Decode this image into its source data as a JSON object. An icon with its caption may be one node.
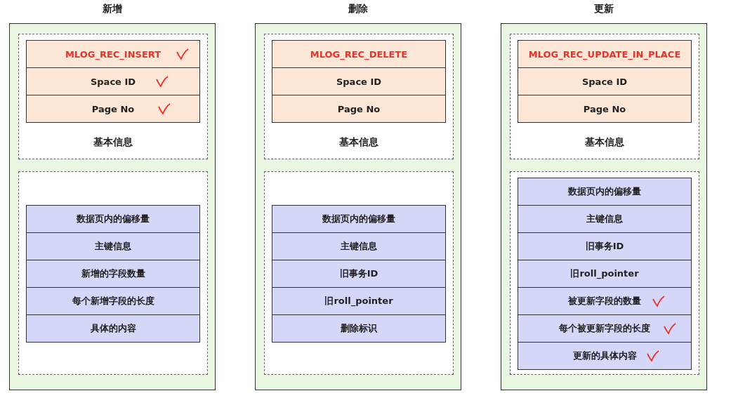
{
  "diagram": {
    "nodes": [
      {
        "text": [
          "新增"
        ]
      },
      {
        "text": [
          "基本信息"
        ],
        "in": 0
      },
      {
        "text": [
          "MLOG_REC_INSERT"
        ],
        "in": 1
      },
      {
        "text": [
          "Space ID"
        ],
        "in": 1
      },
      {
        "text": [
          "Page No"
        ],
        "in": 1
      },
      {
        "text": [],
        "shape": "box",
        "in": 0
      },
      {
        "text": [
          "数据页内的偏移量"
        ],
        "in": 5
      },
      {
        "text": [
          "主键信息"
        ],
        "in": 5
      },
      {
        "text": [
          "新增的字段数量"
        ],
        "in": 5
      },
      {
        "text": [
          "每个新增字段的长度"
        ],
        "in": 5
      },
      {
        "text": [
          "具体的内容"
        ],
        "in": 5
      },
      {
        "text": [
          "删除"
        ]
      },
      {
        "text": [
          "基本信息"
        ],
        "in": 11
      },
      {
        "text": [
          "MLOG_REC_DELETE"
        ],
        "in": 12
      },
      {
        "text": [
          "Space ID"
        ],
        "in": 12
      },
      {
        "text": [
          "Page No"
        ],
        "in": 12
      },
      {
        "text": [],
        "shape": "box",
        "in": 11
      },
      {
        "text": [
          "数据页内的偏移量"
        ],
        "in": 16
      },
      {
        "text": [
          "主键信息"
        ],
        "in": 16
      },
      {
        "text": [
          "旧事务ID"
        ],
        "in": 16
      },
      {
        "text": [
          "旧roll_pointer"
        ],
        "in": 16
      },
      {
        "text": [
          "删除标识"
        ],
        "in": 16
      },
      {
        "text": [
          "更新"
        ]
      },
      {
        "text": [
          "基本信息"
        ],
        "in": 22
      },
      {
        "text": [
          "MLOG_REC_UPDATE_IN_PLACE"
        ],
        "in": 23
      },
      {
        "text": [
          "Space ID"
        ],
        "in": 23
      },
      {
        "text": [
          "Page No"
        ],
        "in": 23
      },
      {
        "text": [],
        "shape": "box",
        "in": 22
      },
      {
        "text": [
          "数据页内的偏移量"
        ],
        "in": 27
      },
      {
        "text": [
          "主键信息"
        ],
        "in": 27
      },
      {
        "text": [
          "旧事务ID"
        ],
        "in": 27
      },
      {
        "text": [
          "旧roll_pointer"
        ],
        "in": 27
      },
      {
        "text": [
          "被更新字段的数量"
        ],
        "in": 27
      },
      {
        "text": [
          "每个被更新字段的长度"
        ],
        "in": 27
      },
      {
        "text": [
          "更新的具体内容"
        ],
        "in": 27
      }
    ],
    "edges": []
  }
}
